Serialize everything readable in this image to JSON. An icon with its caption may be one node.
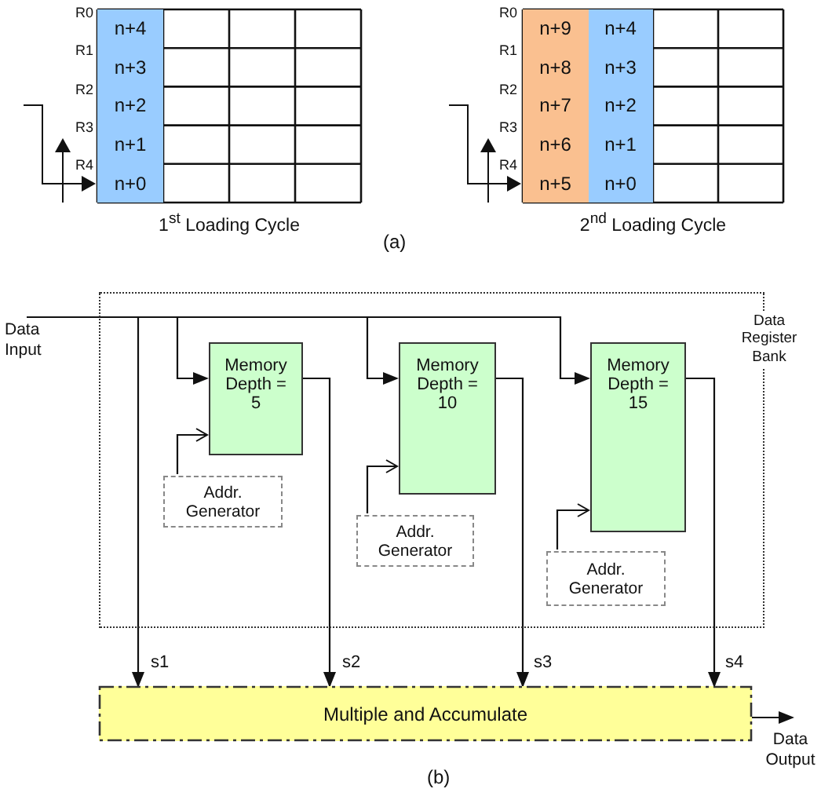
{
  "diagram": {
    "nodes": [
      {
        "text": [],
        "shape": "box",
        "beside": [
          "1$^{st}$ Loading Cycle"
        ]
      },
      {
        "text": [
          "n+4"
        ],
        "in": 0
      },
      {
        "text": [
          "n+3"
        ],
        "in": 0
      },
      {
        "text": [
          "n+2"
        ],
        "in": 0
      },
      {
        "text": [
          "n+1"
        ],
        "in": 0
      },
      {
        "text": [
          "n+0"
        ],
        "in": 0
      },
      {
        "text": [],
        "shape": "box",
        "beside": [
          "2$^{nd}$ Loading Cycle"
        ]
      },
      {
        "text": [
          "n+9"
        ],
        "in": 6
      },
      {
        "text": [
          "n+4"
        ],
        "in": 6
      },
      {
        "text": [
          "n+8"
        ],
        "in": 6
      },
      {
        "text": [
          "n+3"
        ],
        "in": 6
      },
      {
        "text": [
          "n+7"
        ],
        "in": 6
      },
      {
        "text": [
          "n+2"
        ],
        "in": 6
      },
      {
        "text": [
          "n+6"
        ],
        "in": 6
      },
      {
        "text": [
          "n+1"
        ],
        "in": 6
      },
      {
        "text": [
          "n+5"
        ],
        "in": 6
      },
      {
        "text": [
          "n+0"
        ],
        "in": 6
      },
      {
        "text": [
          "Data Input"
        ]
      },
      {
        "text": [
          "Data Register Bank"
        ]
      },
      {
        "text": [
          "Memory Depth = 5"
        ],
        "in": 18
      },
      {
        "text": [
          "Addr. Generator"
        ],
        "in": 18
      },
      {
        "text": [
          "Memory Depth = 10"
        ],
        "in": 18
      },
      {
        "text": [
          "Addr. Generator"
        ],
        "in": 18
      },
      {
        "text": [
          "Memory Depth = 15"
        ],
        "in": 18
      },
      {
        "text": [
          "Addr. Generator"
        ],
        "in": 18
      },
      {
        "text": [
          "Multiple and Accumulate"
        ]
      },
      {
        "text": [
          "Data Output"
        ]
      }
    ],
    "edges": [
      {
        "from": 17,
        "to": 19,
        "arrow": "to"
      },
      {
        "from": 17,
        "to": 21,
        "arrow": "to"
      },
      {
        "from": 17,
        "to": 23,
        "arrow": "to"
      },
      {
        "from": 17,
        "to": 25,
        "arrow": "to",
        "label": "s1"
      },
      {
        "from": 20,
        "to": 19,
        "arrow": "to"
      },
      {
        "from": 22,
        "to": 21,
        "arrow": "to"
      },
      {
        "from": 24,
        "to": 23,
        "arrow": "to"
      },
      {
        "from": 19,
        "to": 25,
        "arrow": "to",
        "label": "s2"
      },
      {
        "from": 21,
        "to": 25,
        "arrow": "to",
        "label": "s3"
      },
      {
        "from": 23,
        "to": 25,
        "arrow": "to",
        "label": "s4"
      },
      {
        "from": 25,
        "to": 26,
        "arrow": "to"
      }
    ],
    "labels": [
      "R0",
      "R1",
      "R2",
      "R3",
      "R4",
      "R0",
      "R1",
      "R2",
      "R3",
      "R4",
      "(a)",
      "(b)"
    ]
  }
}
